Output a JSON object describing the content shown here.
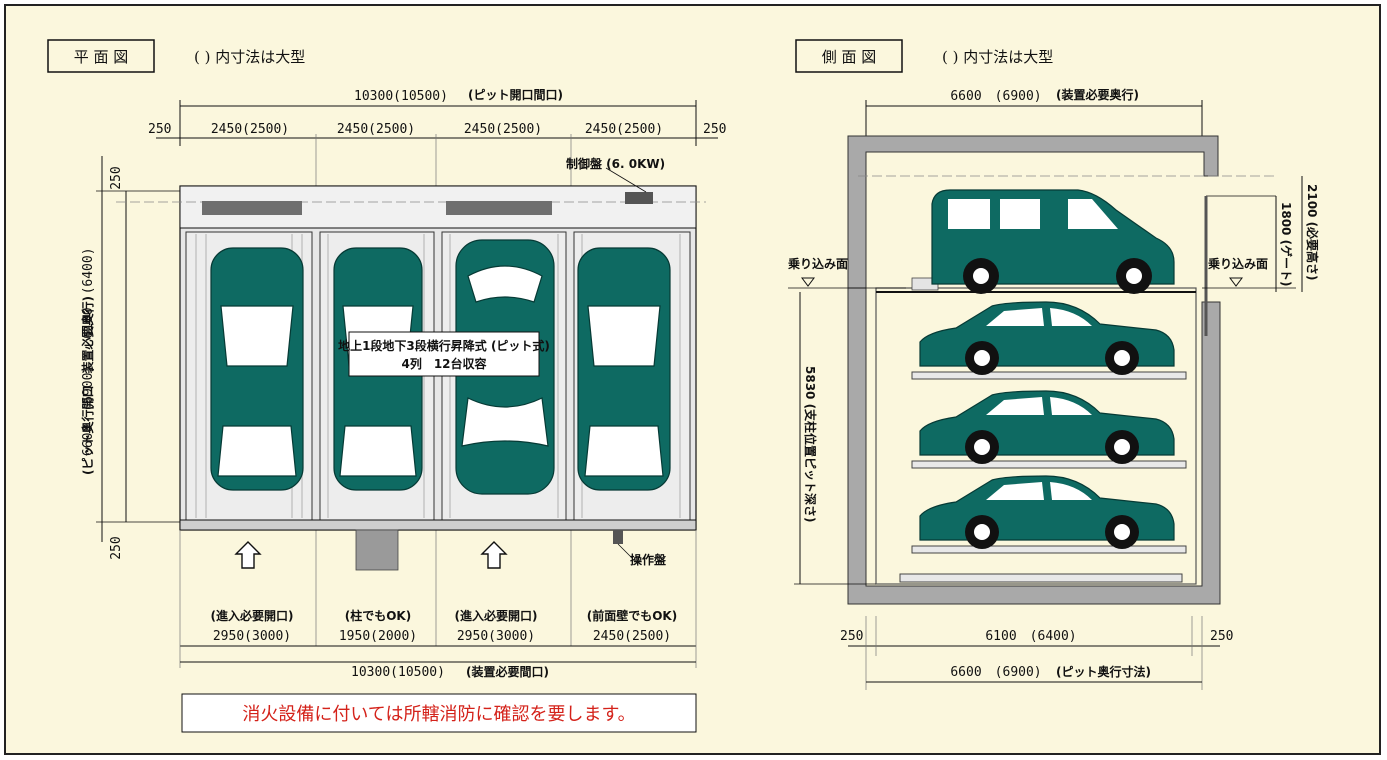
{
  "plan": {
    "title": "平 面 図",
    "subtitle": "( ) 内寸法は大型",
    "top_total": "10300(10500)",
    "top_total_label": "(ピット開口間口)",
    "edge_left": "250",
    "edge_right": "250",
    "column_widths": [
      "2450(2500)",
      "2450(2500)",
      "2450(2500)",
      "2450(2500)"
    ],
    "control_panel_label": "制御盤 (6. 0KW)",
    "operation_panel_label": "操作盤",
    "center_label_line1": "地上1段地下3段横行昇降式 (ピット式)",
    "center_label_line2": "4列　12台収容",
    "left_dim_top": "250",
    "left_dim_bottom": "250",
    "left_dim_main": "6600　(6900)　　6100　(6400)",
    "left_dim_label": "(ピット奥行開口　装置必要奥行)",
    "bottom_labels": [
      {
        "title": "(進入必要開口)",
        "value": "2950(3000)"
      },
      {
        "title": "(柱でもOK)",
        "value": "1950(2000)"
      },
      {
        "title": "(進入必要開口)",
        "value": "2950(3000)"
      },
      {
        "title": "(前面壁でもOK)",
        "value": "2450(2500)"
      }
    ],
    "bottom_total": "10300(10500)",
    "bottom_total_label": "(装置必要間口)"
  },
  "side": {
    "title": "側 面 図",
    "subtitle": "( ) 内寸法は大型",
    "top_dim": "6600　(6900)",
    "top_dim_label": "(装置必要奥行)",
    "boarding_left": "乗り込み面",
    "boarding_right": "乗り込み面",
    "right_dim_a": "2100 (必要高さ)",
    "right_dim_b": "1800 (ゲート)",
    "left_dim": "5830 (支柱位置ピット深さ)",
    "bottom_left": "250",
    "bottom_mid": "6100　(6400)",
    "bottom_right": "250",
    "bottom_total": "6600　(6900)",
    "bottom_total_label": "(ピット奥行寸法)"
  },
  "notice": "消火設備に付いては所轄消防に確認を要します。",
  "colors": {
    "background": "#fbf7dd",
    "car_fill": "#0e6a62",
    "steel": "#d8d8d8",
    "notice_text": "#d4221a"
  }
}
